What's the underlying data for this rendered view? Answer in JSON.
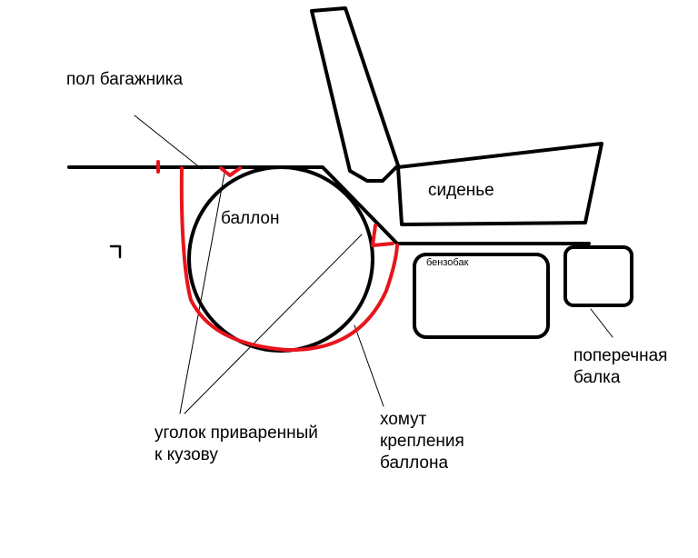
{
  "labels": {
    "trunk_floor": "пол багажника",
    "cylinder": "баллон",
    "seat": "сиденье",
    "fuel_tank": "бензобак",
    "crossbeam_line1": "поперечная",
    "crossbeam_line2": "балка",
    "angle_line1": "уголок приваренный",
    "angle_line2": "к кузову",
    "clamp_line1": "хомут",
    "clamp_line2": "крепления",
    "clamp_line3": "баллона"
  },
  "colors": {
    "outline": "#000000",
    "clamp": "#e8141c",
    "background": "#ffffff"
  }
}
